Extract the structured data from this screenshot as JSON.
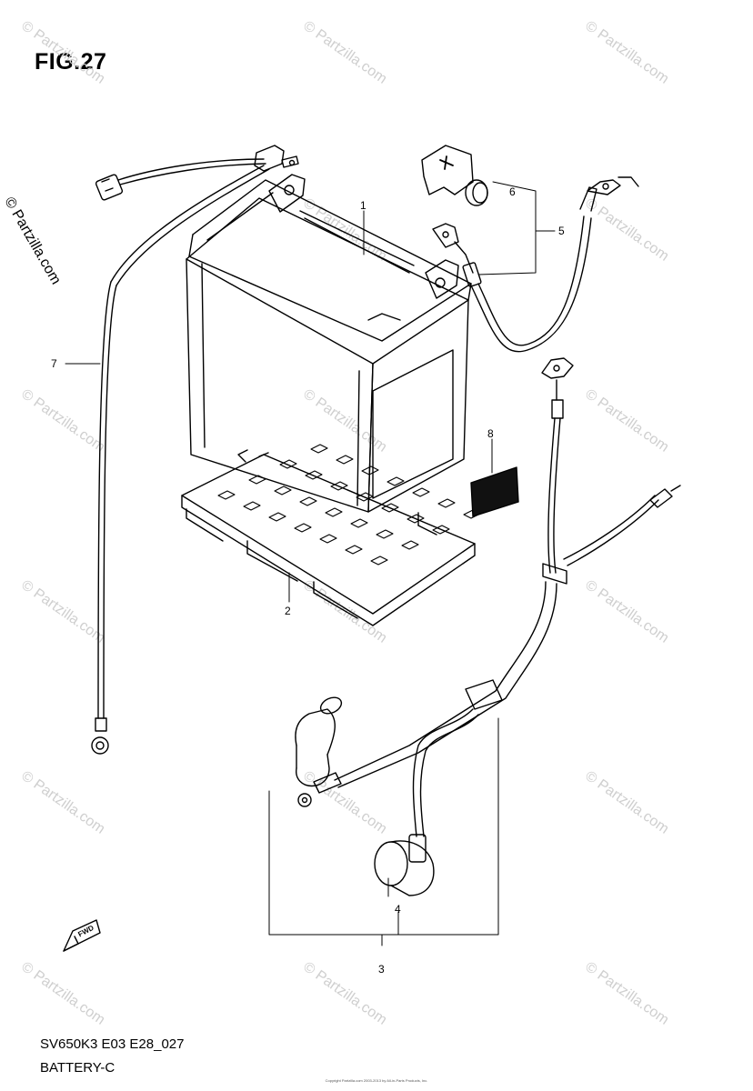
{
  "figure": {
    "title": "FIG.27",
    "model_code": "SV650K3 E03 E28_027",
    "section_name": "BATTERY-C",
    "copyright": "Copyright Partzilla.com 2003-2013 by All-in-Parts Products, Inc."
  },
  "watermark": {
    "text": "© Partzilla.com"
  },
  "fwd_label": "FWD",
  "parts": [
    {
      "callout": "1"
    },
    {
      "callout": "2"
    },
    {
      "callout": "3"
    },
    {
      "callout": "4"
    },
    {
      "callout": "5"
    },
    {
      "callout": "6"
    },
    {
      "callout": "7"
    },
    {
      "callout": "8"
    }
  ]
}
